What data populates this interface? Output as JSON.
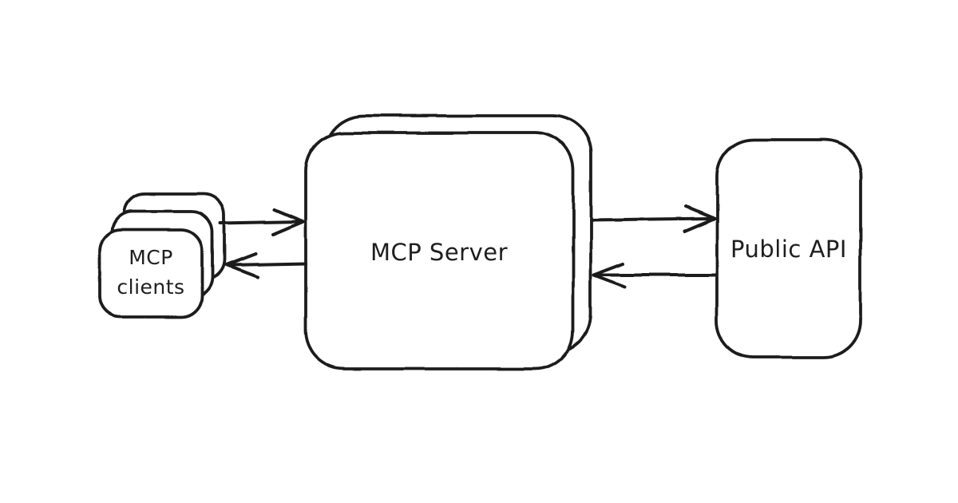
{
  "diagram": {
    "background_color": "#ffffff",
    "stroke_color": "#1e1e1e",
    "node_fill_color": "#ffffff",
    "nodes": {
      "mcp_clients": {
        "label": "MCP clients",
        "label_line1": "MCP",
        "label_line2": "clients",
        "shape": "stacked-rounded-rectangle",
        "stack_count": 3
      },
      "mcp_server": {
        "label": "MCP Server",
        "shape": "stacked-rounded-rectangle",
        "stack_count": 2
      },
      "public_api": {
        "label": "Public API",
        "shape": "rounded-rectangle"
      }
    },
    "edges": [
      {
        "from": "MCP clients",
        "to": "MCP Server",
        "direction": "right"
      },
      {
        "from": "MCP Server",
        "to": "MCP clients",
        "direction": "left"
      },
      {
        "from": "MCP Server",
        "to": "Public API",
        "direction": "right"
      },
      {
        "from": "Public API",
        "to": "MCP Server",
        "direction": "left"
      }
    ]
  }
}
